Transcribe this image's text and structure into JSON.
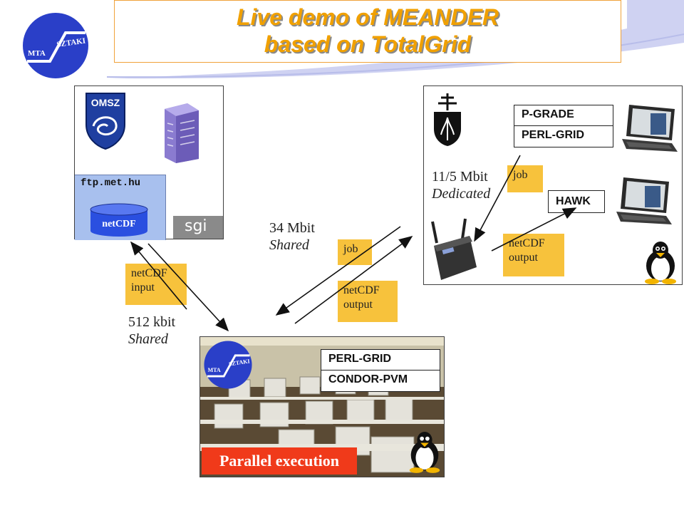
{
  "title": {
    "line1": "Live demo of MEANDER",
    "line2": "based on TotalGrid"
  },
  "logos": {
    "mta_sztaki_left": "MTA",
    "mta_sztaki_right": "SZTAKI",
    "omsz": "OMSZ",
    "sgi": "sgi"
  },
  "omsz_panel": {
    "server_name": "ftp.met.hu",
    "storage": "netCDF"
  },
  "sztaki_panel": {
    "tools": [
      "P-GRADE",
      "PERL-GRID"
    ],
    "hawk": "HAWK",
    "job_label": "job",
    "output_label": [
      "netCDF",
      "output"
    ]
  },
  "links": {
    "omsz_link": {
      "speed": "512 kbit",
      "type": "Shared"
    },
    "middle_link": {
      "speed": "34 Mbit",
      "type": "Shared"
    },
    "right_link": {
      "speed": "11/5 Mbit",
      "type": "Dedicated"
    }
  },
  "flow_labels": {
    "netcdf_input": [
      "netCDF",
      "input"
    ],
    "job_middle": "job",
    "netcdf_output_middle": [
      "netCDF",
      "output"
    ]
  },
  "lab_panel": {
    "tools": [
      "PERL-GRID",
      "CONDOR-PVM"
    ],
    "parallel_label": "Parallel execution"
  },
  "icons": [
    "mta-sztaki-logo-icon",
    "omsz-logo-icon",
    "server-tower-icon",
    "sgi-logo-icon",
    "database-cylinder-icon",
    "university-crest-icon",
    "laptop-icon",
    "wireless-router-icon",
    "tux-penguin-icon",
    "computer-lab-photo-icon"
  ],
  "colors": {
    "title": "#f0a000",
    "label_fill": "#f7c23c",
    "parallel_fill": "#f03a1a",
    "logo_blue": "#2a3fc8",
    "swoosh": "#c8ccf0"
  }
}
